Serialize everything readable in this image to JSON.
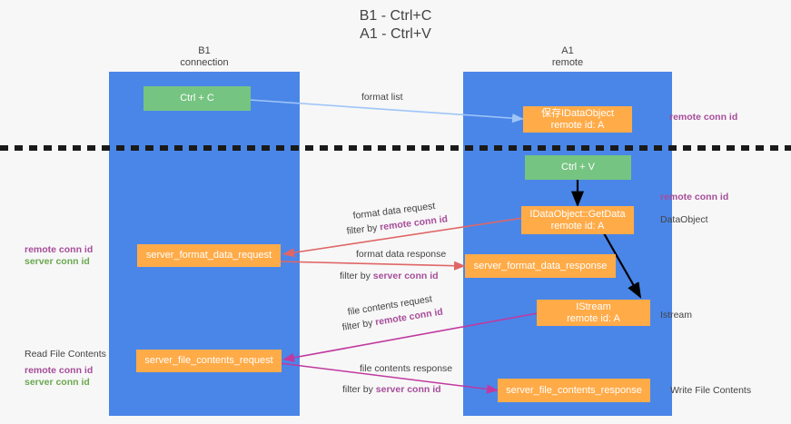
{
  "title": {
    "line1": "B1 - Ctrl+C",
    "line2": "A1 - Ctrl+V"
  },
  "colors": {
    "lane": "#4a86e8",
    "box_green": "#76c481",
    "box_orange": "#ffab48",
    "accent_purple": "#a64d9a",
    "accent_green": "#6aa84f",
    "arrow_blue": "#9fc5f8",
    "arrow_red": "#e06666",
    "arrow_magenta": "#c0399f",
    "arrow_black": "#000000",
    "divider": "#1a1a1a",
    "background": "#f7f7f7",
    "text": "#434343"
  },
  "columns": [
    {
      "name": "B1",
      "sub": "connection"
    },
    {
      "name": "A1",
      "sub": "remote"
    }
  ],
  "boxes": {
    "ctrl_c": {
      "line1": "Ctrl + C"
    },
    "save_idataobject": {
      "line1": "保存IDataObject",
      "line2": "remote id: A"
    },
    "ctrl_v": {
      "line1": "Ctrl + V"
    },
    "getdata": {
      "line1": "IDataObject::GetData",
      "line2": "remote id: A"
    },
    "server_format_data_request": {
      "line1": "server_format_data_request"
    },
    "server_format_data_response": {
      "line1": "server_format_data_response"
    },
    "istream": {
      "line1": "IStream",
      "line2": "remote id: A"
    },
    "server_file_contents_request": {
      "line1": "server_file_contents_request"
    },
    "server_file_contents_response": {
      "line1": "server_file_contents_response"
    }
  },
  "edge_labels": {
    "format_list": "format list",
    "format_data_request": "format data request",
    "format_data_request_filter_prefix": "filter by ",
    "format_data_request_filter_key": "remote conn id",
    "format_data_response": "format data response",
    "format_data_response_filter_prefix": "filter by ",
    "format_data_response_filter_key": "server conn id",
    "file_contents_request": "file contents request",
    "file_contents_request_filter_prefix": "filter by ",
    "file_contents_request_filter_key": "remote conn id",
    "file_contents_response": "file contents response",
    "file_contents_response_filter_prefix": "filter by ",
    "file_contents_response_filter_key": "server conn id"
  },
  "right_annotations": [
    {
      "text": "remote conn id",
      "style": "purple"
    },
    {
      "text": "remote conn id",
      "style": "purple"
    },
    {
      "text": "DataObject",
      "style": "plain"
    },
    {
      "text": "Istream",
      "style": "plain"
    },
    {
      "text": "Write File Contents",
      "style": "plain"
    }
  ],
  "left_annotations": {
    "mid_remote": "remote conn id",
    "mid_server": "server conn id",
    "read_file_contents": "Read File Contents",
    "low_remote": "remote conn id",
    "low_server": "server conn id"
  }
}
